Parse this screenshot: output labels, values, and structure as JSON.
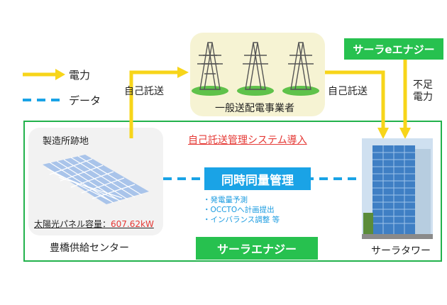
{
  "legend": {
    "power": "電力",
    "data": "データ"
  },
  "grid": {
    "label": "一般送配電事業者"
  },
  "flows": {
    "left": "自己託送",
    "right": "自己託送",
    "shortage": "不足\n電力"
  },
  "supplier": {
    "name": "サーラeエナジー"
  },
  "factory": {
    "label": "製造所跡地",
    "capacity_label": "太陽光パネル容量：",
    "capacity_value": "607.62kW",
    "name": "豊橋供給センター"
  },
  "system": {
    "title": "自己託送管理システム導入",
    "function": "同時同量管理",
    "tasks": [
      "・発電量予測",
      "・OCCTOへ計画提出",
      "・インバランス調整  等"
    ]
  },
  "company": {
    "name": "サーラエナジー"
  },
  "tower": {
    "name": "サーラタワー"
  },
  "colors": {
    "power_arrow": "#f7d51a",
    "data_line": "#1aa3e6",
    "panel_border": "#22b24c",
    "banner_green": "#27c14f",
    "banner_blue": "#1aa3e6",
    "accent_red": "#e53935"
  }
}
